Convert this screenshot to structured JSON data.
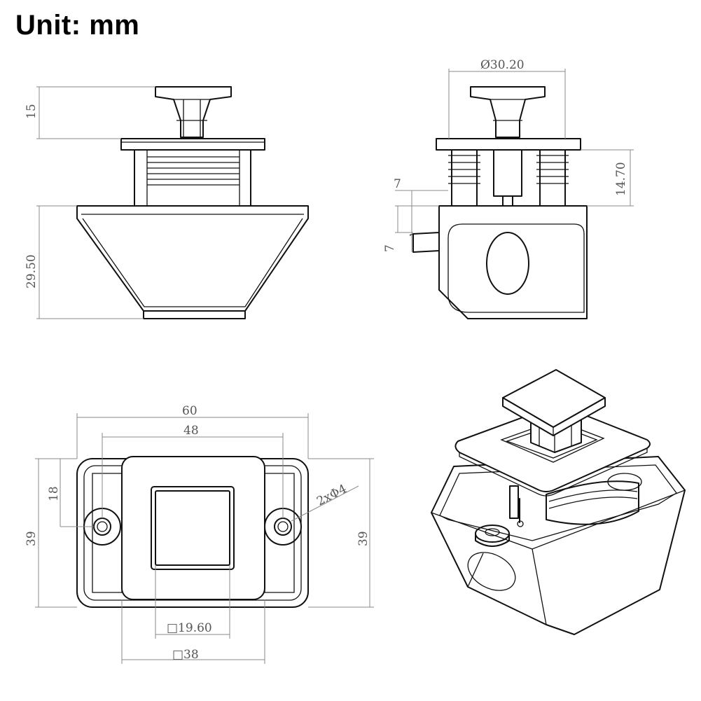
{
  "title": "Unit: mm",
  "dimensions": {
    "front_height_top": "15",
    "front_height_body": "29.50",
    "side_diameter": "Ø30.20",
    "side_height_spring": "14.70",
    "side_tab_width": "7",
    "side_tab_height": "7",
    "top_width_outer": "60",
    "top_width_holes": "48",
    "top_height_left": "39",
    "top_height_right": "39",
    "top_offset_hole": "18",
    "top_holes": "2xΦ4",
    "top_inner_square": "□19.60",
    "top_outer_square": "□38"
  },
  "colors": {
    "line": "#111111",
    "dimension": "#888888",
    "dimension_text": "#555555",
    "background": "#ffffff"
  }
}
